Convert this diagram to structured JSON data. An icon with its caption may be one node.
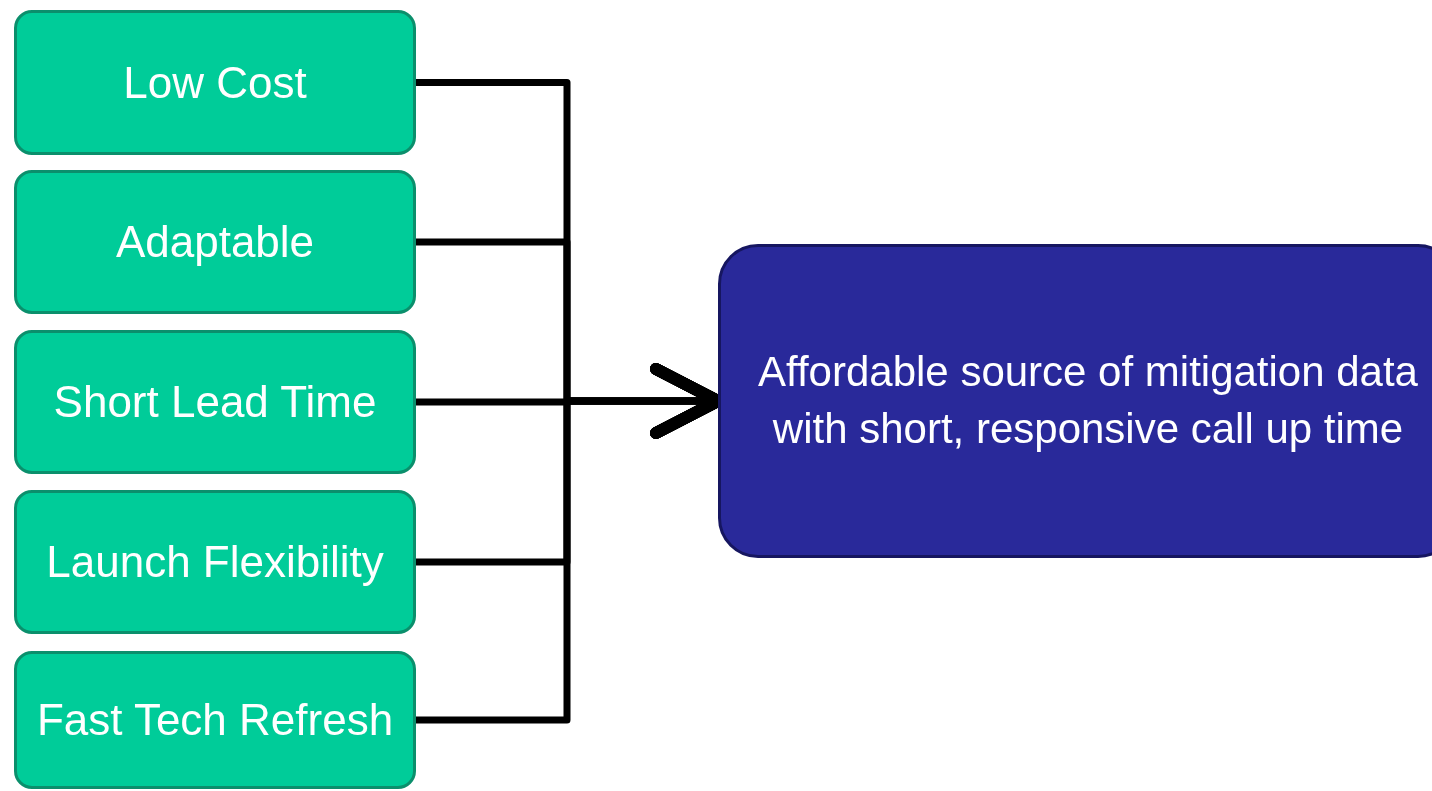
{
  "diagram": {
    "nodes": [
      {
        "text": [
          "Low Cost"
        ]
      },
      {
        "text": [
          "Adaptable"
        ]
      },
      {
        "text": [
          "Short Lead Time"
        ]
      },
      {
        "text": [
          "Launch Flexibility"
        ]
      },
      {
        "text": [
          "Fast Tech Refresh"
        ]
      },
      {
        "text": [
          "Affordable source of mitigation data with short, responsive call up time"
        ]
      }
    ],
    "edges": [
      {
        "from": 0,
        "to": 5,
        "arrow": "to"
      },
      {
        "from": 1,
        "to": 5,
        "arrow": "to"
      },
      {
        "from": 2,
        "to": 5,
        "arrow": "to"
      },
      {
        "from": 3,
        "to": 5,
        "arrow": "to"
      },
      {
        "from": 4,
        "to": 5,
        "arrow": "to"
      }
    ]
  }
}
